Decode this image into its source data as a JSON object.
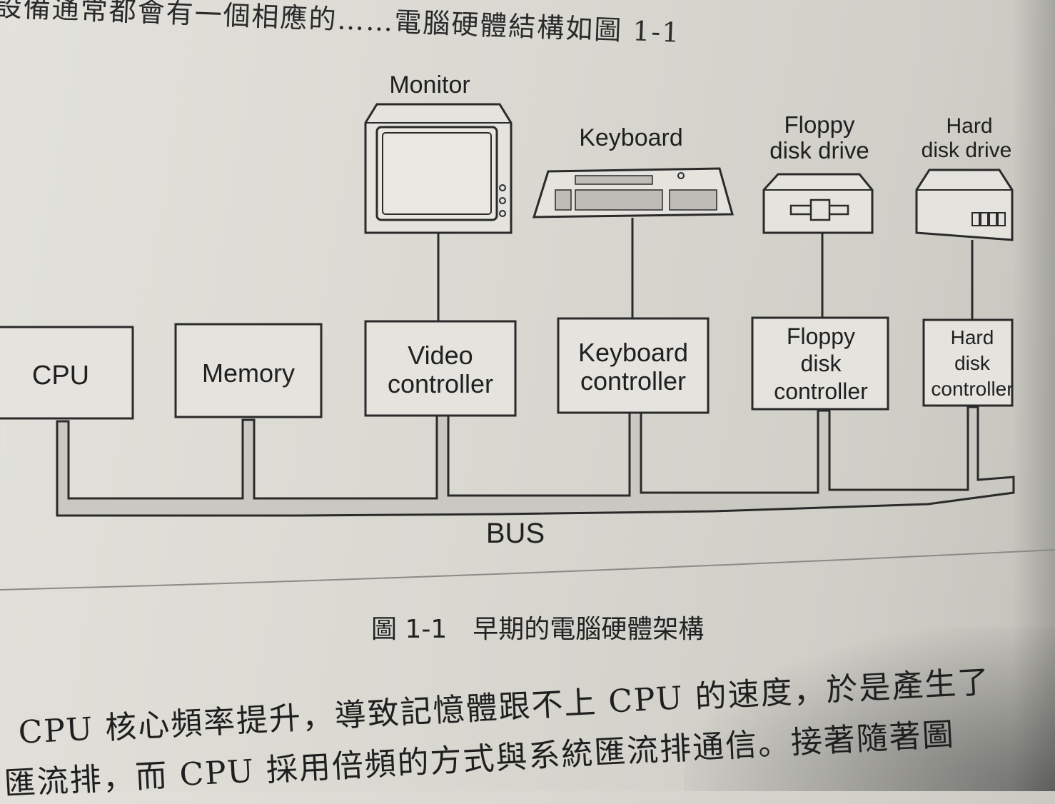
{
  "top_text": "設備通常都會有一個相應的……電腦硬體結構如圖 1-1",
  "diagram": {
    "devices": [
      {
        "id": "monitor",
        "label": "Monitor"
      },
      {
        "id": "keyboard",
        "label": "Keyboard"
      },
      {
        "id": "floppy",
        "label_lines": [
          "Floppy",
          "disk drive"
        ]
      },
      {
        "id": "harddisk",
        "label_lines": [
          "Hard",
          "disk drive"
        ]
      }
    ],
    "controllers": [
      {
        "id": "cpu",
        "label_lines": [
          "CPU"
        ]
      },
      {
        "id": "memory",
        "label_lines": [
          "Memory"
        ]
      },
      {
        "id": "video",
        "label_lines": [
          "Video",
          "controller"
        ]
      },
      {
        "id": "kbd",
        "label_lines": [
          "Keyboard",
          "controller"
        ]
      },
      {
        "id": "fdc",
        "label_lines": [
          "Floppy",
          "disk",
          "controller"
        ]
      },
      {
        "id": "hdc",
        "label_lines": [
          "Hard",
          "disk",
          "controller"
        ]
      }
    ],
    "bus_label": "BUS"
  },
  "caption": "圖 1-1　早期的電腦硬體架構",
  "paragraph": [
    "CPU 核心頻率提升，導致記憶體跟不上 CPU 的速度，於是產生了",
    "匯流排，而 CPU 採用倍頻的方式與系統匯流排通信。接著隨著圖"
  ],
  "colors": {
    "line": "#2a2a2a",
    "bus_fill": "#c9c8c2",
    "box_fill": "#e4e3dd"
  }
}
